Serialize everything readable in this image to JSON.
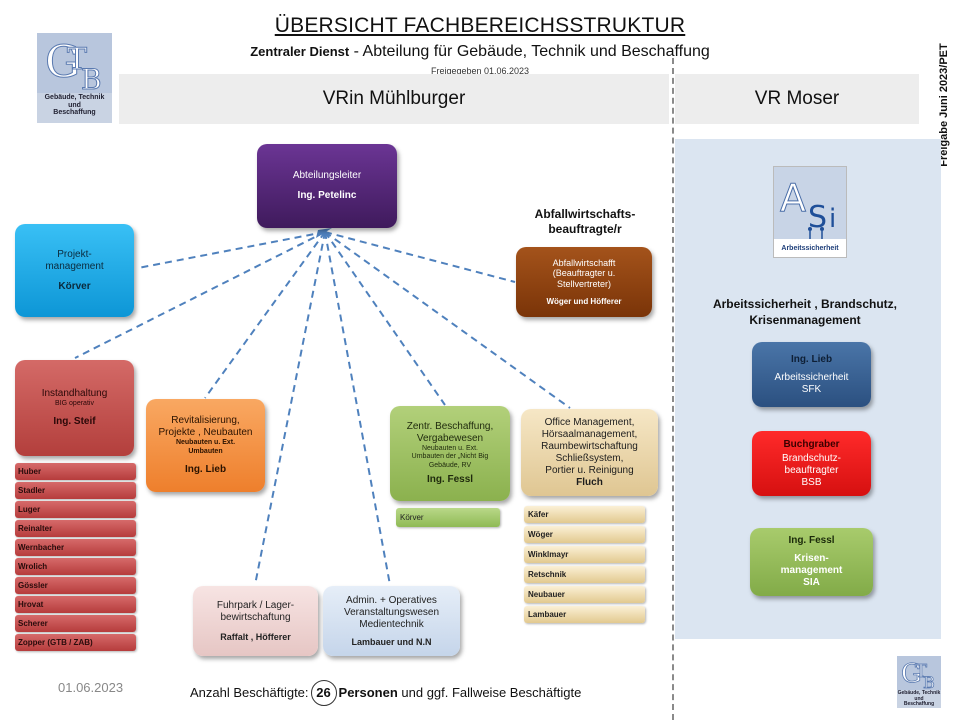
{
  "header": {
    "title": "ÜBERSICHT FACHBEREICHSSTRUKTUR",
    "subtitle_bold": "Zentraler  Dienst",
    "subtitle_rest": " - Abteilung für Gebäude, Technik und Beschaffung",
    "released": "Freigegeben 01.06.2023",
    "side_text": "Freigabe Juni 2023/PET"
  },
  "logo": {
    "letters": "GTB",
    "text_line1": "Gebäude, Technik",
    "text_line2": "und",
    "text_line3": "Beschaffung"
  },
  "bands": {
    "left": "VRin Mühlburger",
    "right": "VR Moser"
  },
  "boxes": {
    "head": {
      "title": "Abteilungsleiter",
      "name": "Ing. Petelinc",
      "color": "#5a2a7a"
    },
    "projekt": {
      "title": "Projekt-\nmanagement",
      "name": "Körver",
      "color": "#16a7e6"
    },
    "abfall_heading": "Abfallwirtschafts-\nbeauftragte/r",
    "abfall": {
      "title": "Abfallwirtschafft\n(Beauftragter u.\nStellvertreter)",
      "name": "Wöger und Höfferer",
      "color": "#8b3f0c"
    },
    "instand": {
      "title": "Instandhaltung",
      "sub": "BIG operativ",
      "name": "Ing. Steif",
      "color": "#c0504d"
    },
    "revital": {
      "title": "Revitalisierung,\nProjekte , Neubauten",
      "sub": "Neubauten u. Ext.\nUmbauten",
      "name": "Ing. Lieb",
      "color": "#f79646"
    },
    "zentr": {
      "title": "Zentr. Beschaffung,\nVergabewesen",
      "sub": "Neubauten u. Ext.\nUmbauten der „Nicht Big\nGebäude, RV",
      "name": "Ing. Fessl",
      "color": "#9bbb59"
    },
    "office": {
      "title": "Office Management,\nHörsaalmanagement,\nRaumbewirtschaftung\nSchließsystem,\nPortier u. Reinigung",
      "name": "Fluch",
      "color": "#e8d5a8"
    },
    "fuhrpark": {
      "title": "Fuhrpark / Lager-\nbewirtschaftung",
      "name": "Raffalt , Höfferer",
      "color": "#f2dcdb"
    },
    "admin": {
      "title": "Admin. + Operatives\nVeranstaltungswesen\nMedientechnik",
      "name": "Lambauer  und  N.N",
      "color": "#dce6f2"
    }
  },
  "asi_logo": {
    "letters": "ASi",
    "label": "Arbeitssicherheit"
  },
  "right_heading": "Arbeitssicherheit  , Brandschutz,\nKrisenmanagement",
  "right_boxes": {
    "lieb": {
      "name": "Ing. Lieb",
      "role": "Arbeitssicherheit\nSFK",
      "color": "#366092"
    },
    "buchgraber": {
      "name": "Buchgraber",
      "role": "Brandschutz-\nbeauftragter\nBSB",
      "color": "#e31c1c"
    },
    "fessl": {
      "name": "Ing. Fessl",
      "role": "Krisen-\nmanagement\nSIA",
      "color": "#92b954"
    }
  },
  "instand_staff": [
    "Huber",
    "Stadler",
    "Luger",
    "Reinalter",
    "Wernbacher",
    "Wrolich",
    "Gössler",
    "Hrovat",
    "Scherer",
    "Zopper (GTB / ZAB)"
  ],
  "zentr_staff": [
    "Körver"
  ],
  "office_staff": [
    "Käfer",
    "Wöger",
    "Winklmayr",
    "Retschnik",
    "Neubauer",
    "Lambauer"
  ],
  "footer": {
    "date": "01.06.2023",
    "prefix": "Anzahl Beschäftigte:",
    "count": "26",
    "unit": "Personen",
    "suffix": " und ggf. Fallweise Beschäftigte"
  }
}
